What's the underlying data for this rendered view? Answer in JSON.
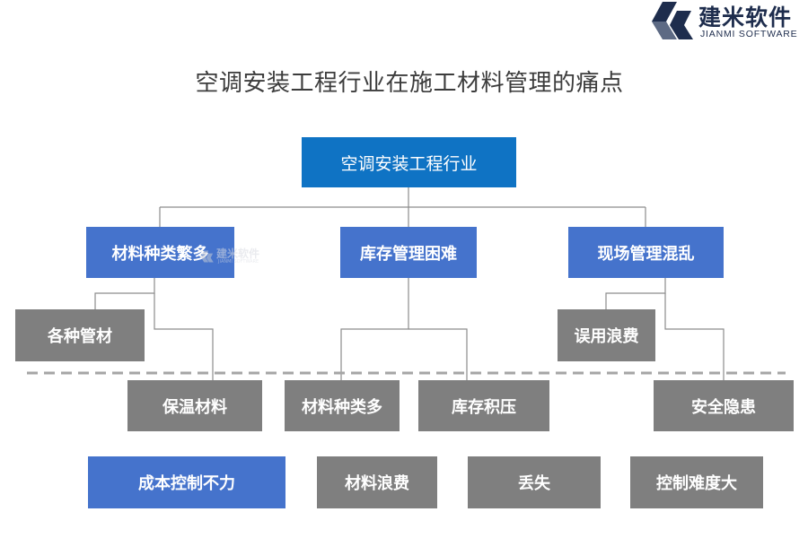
{
  "brand": {
    "name_cn": "建米软件",
    "name_en": "JIANMI SOFTWARE",
    "colors": {
      "navy": "#1e2d4d",
      "accent": "#5d6a84"
    }
  },
  "title": "空调安装工程行业在施工材料管理的痛点",
  "tree": {
    "root": "空调安装工程行业",
    "level1": [
      {
        "label": "材料种类繁多",
        "color": "#4573cc"
      },
      {
        "label": "库存管理困难",
        "color": "#4573cc"
      },
      {
        "label": "现场管理混乱",
        "color": "#4573cc"
      }
    ],
    "level2_upper": [
      {
        "label": "各种管材",
        "parent": "材料种类繁多"
      },
      {
        "label": "误用浪费",
        "parent": "现场管理混乱"
      }
    ],
    "level2_lower": [
      {
        "label": "保温材料",
        "parent": "材料种类繁多"
      },
      {
        "label": "材料种类多",
        "parent": "库存管理困难"
      },
      {
        "label": "库存积压",
        "parent": "库存管理困难"
      },
      {
        "label": "安全隐患",
        "parent": "现场管理混乱"
      }
    ],
    "consequences": [
      {
        "label": "成本控制不力",
        "color": "#4573cc"
      },
      {
        "label": "材料浪费",
        "color": "#7f7f7f"
      },
      {
        "label": "丢失",
        "color": "#7f7f7f"
      },
      {
        "label": "控制难度大",
        "color": "#7f7f7f"
      }
    ]
  },
  "colors": {
    "root": "#0f73c4",
    "level1": "#4573cc",
    "leaf": "#7f7f7f",
    "connector": "#8c8c8c",
    "separator": "#a6a6a6"
  },
  "watermark": {
    "cn": "建米软件",
    "en": "JIANMI SOFTWARE"
  }
}
